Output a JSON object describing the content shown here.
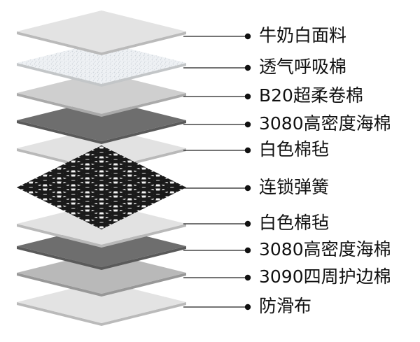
{
  "layers": [
    {
      "label": "牛奶白面料",
      "material": "fabric",
      "color": "#e3e3e3"
    },
    {
      "label": "透气呼吸棉",
      "material": "breathable-cotton",
      "color": "#eef1f4"
    },
    {
      "label": "B20超柔卷棉",
      "material": "roll-cotton",
      "color": "#cfcfcf"
    },
    {
      "label": "3080高密度海棉",
      "material": "foam",
      "color": "#6e6e6e"
    },
    {
      "label": "白色棉毡",
      "material": "felt",
      "color": "#e2e2e2"
    },
    {
      "label": "连锁弹簧",
      "material": "spring",
      "color": "#222222"
    },
    {
      "label": "白色棉毡",
      "material": "felt",
      "color": "#e2e2e2"
    },
    {
      "label": "3080高密度海棉",
      "material": "foam",
      "color": "#6e6e6e"
    },
    {
      "label": "3090四周护边棉",
      "material": "edge-cotton",
      "color": "#b9b9b9"
    },
    {
      "label": "防滑布",
      "material": "anti-slip-fabric",
      "color": "#e3e3e3"
    }
  ],
  "colors": {
    "leader_line": "#222222",
    "bullet": "#111111",
    "spring_wire": "#1a1a1a"
  }
}
